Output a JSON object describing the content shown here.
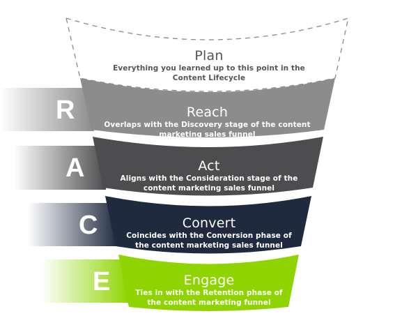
{
  "diagram": {
    "type": "funnel",
    "acronym": "RACE",
    "stages": [
      {
        "letter": "",
        "title": "Plan",
        "desc_line1": "Everything you learned up to this point in the",
        "desc_line2": "Content Lifecycle",
        "fill": "none",
        "style": "dashed-outline",
        "text_color": "#555555"
      },
      {
        "letter": "R",
        "title": "Reach",
        "desc_line1": "Overlaps with the Discovery stage of the content",
        "desc_line2": "marketing sales funnel",
        "fill": "#8c8c8c",
        "text_color": "#ffffff"
      },
      {
        "letter": "A",
        "title": "Act",
        "desc_line1": "Aligns with the Consideration stage of the",
        "desc_line2": "content marketing sales funnel",
        "fill": "#4d4d4f",
        "text_color": "#ffffff"
      },
      {
        "letter": "C",
        "title": "Convert",
        "desc_line1": "Coincides with the Conversion phase of",
        "desc_line2": "the content marketing sales funnel",
        "fill": "#1f2a3f",
        "text_color": "#ffffff"
      },
      {
        "letter": "E",
        "title": "Engage",
        "desc_line1": "Ties in with the Retention phase of",
        "desc_line2": "the content marketing funnel",
        "fill": "#8fd400",
        "text_color": "#ffffff"
      }
    ]
  }
}
